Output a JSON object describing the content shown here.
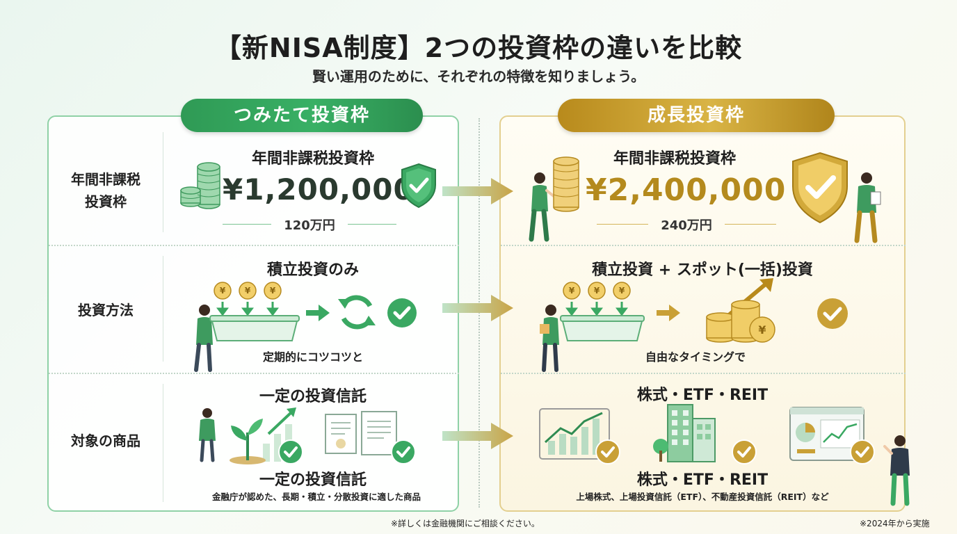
{
  "header": {
    "title": "【新NISA制度】2つの投資枠の違いを比較",
    "subtitle": "賢い運用のために、それぞれの特徴を知りましょう。"
  },
  "columns": {
    "left_title": "つみたて投資枠",
    "right_title": "成長投資枠"
  },
  "row_labels": {
    "row1": "年間非課税\n投資枠",
    "row2": "投資方法",
    "row3": "対象の商品"
  },
  "tsumitate": {
    "annual_heading": "年間非課税投資枠",
    "amount": "¥1,200,000",
    "amount_sub": "120万円",
    "method_heading": "積立投資のみ",
    "method_caption": "定期的にコツコツと",
    "product_heading": "一定の投資信託",
    "product_heading_2": "一定の投資信託",
    "product_caption": "金融庁が認めた、長期・積立・分散投資に適した商品"
  },
  "growth": {
    "annual_heading": "年間非課税投資枠",
    "amount": "¥2,400,000",
    "amount_sub": "240万円",
    "method_heading": "積立投資 + スポット(一括)投資",
    "method_caption": "自由なタイミングで",
    "product_heading": "株式・ETF・REIT",
    "product_heading_2": "株式・ETF・REIT",
    "product_caption": "上場株式、上場投資信託（ETF）、不動産投資信託（REIT）など"
  },
  "footer": {
    "note": "※詳しくは金融機関にご相談ください。",
    "since": "※2024年から実施"
  },
  "colors": {
    "green": "#39a85f",
    "gold": "#c9a036"
  },
  "icons": [
    "coin-stack-icon",
    "shield-check-icon",
    "arrow-right-icon",
    "yen-coin-icon",
    "refresh-icon",
    "check-icon",
    "sprout-icon",
    "document-icon",
    "chart-icon",
    "building-icon",
    "dashboard-icon",
    "person-icon"
  ]
}
